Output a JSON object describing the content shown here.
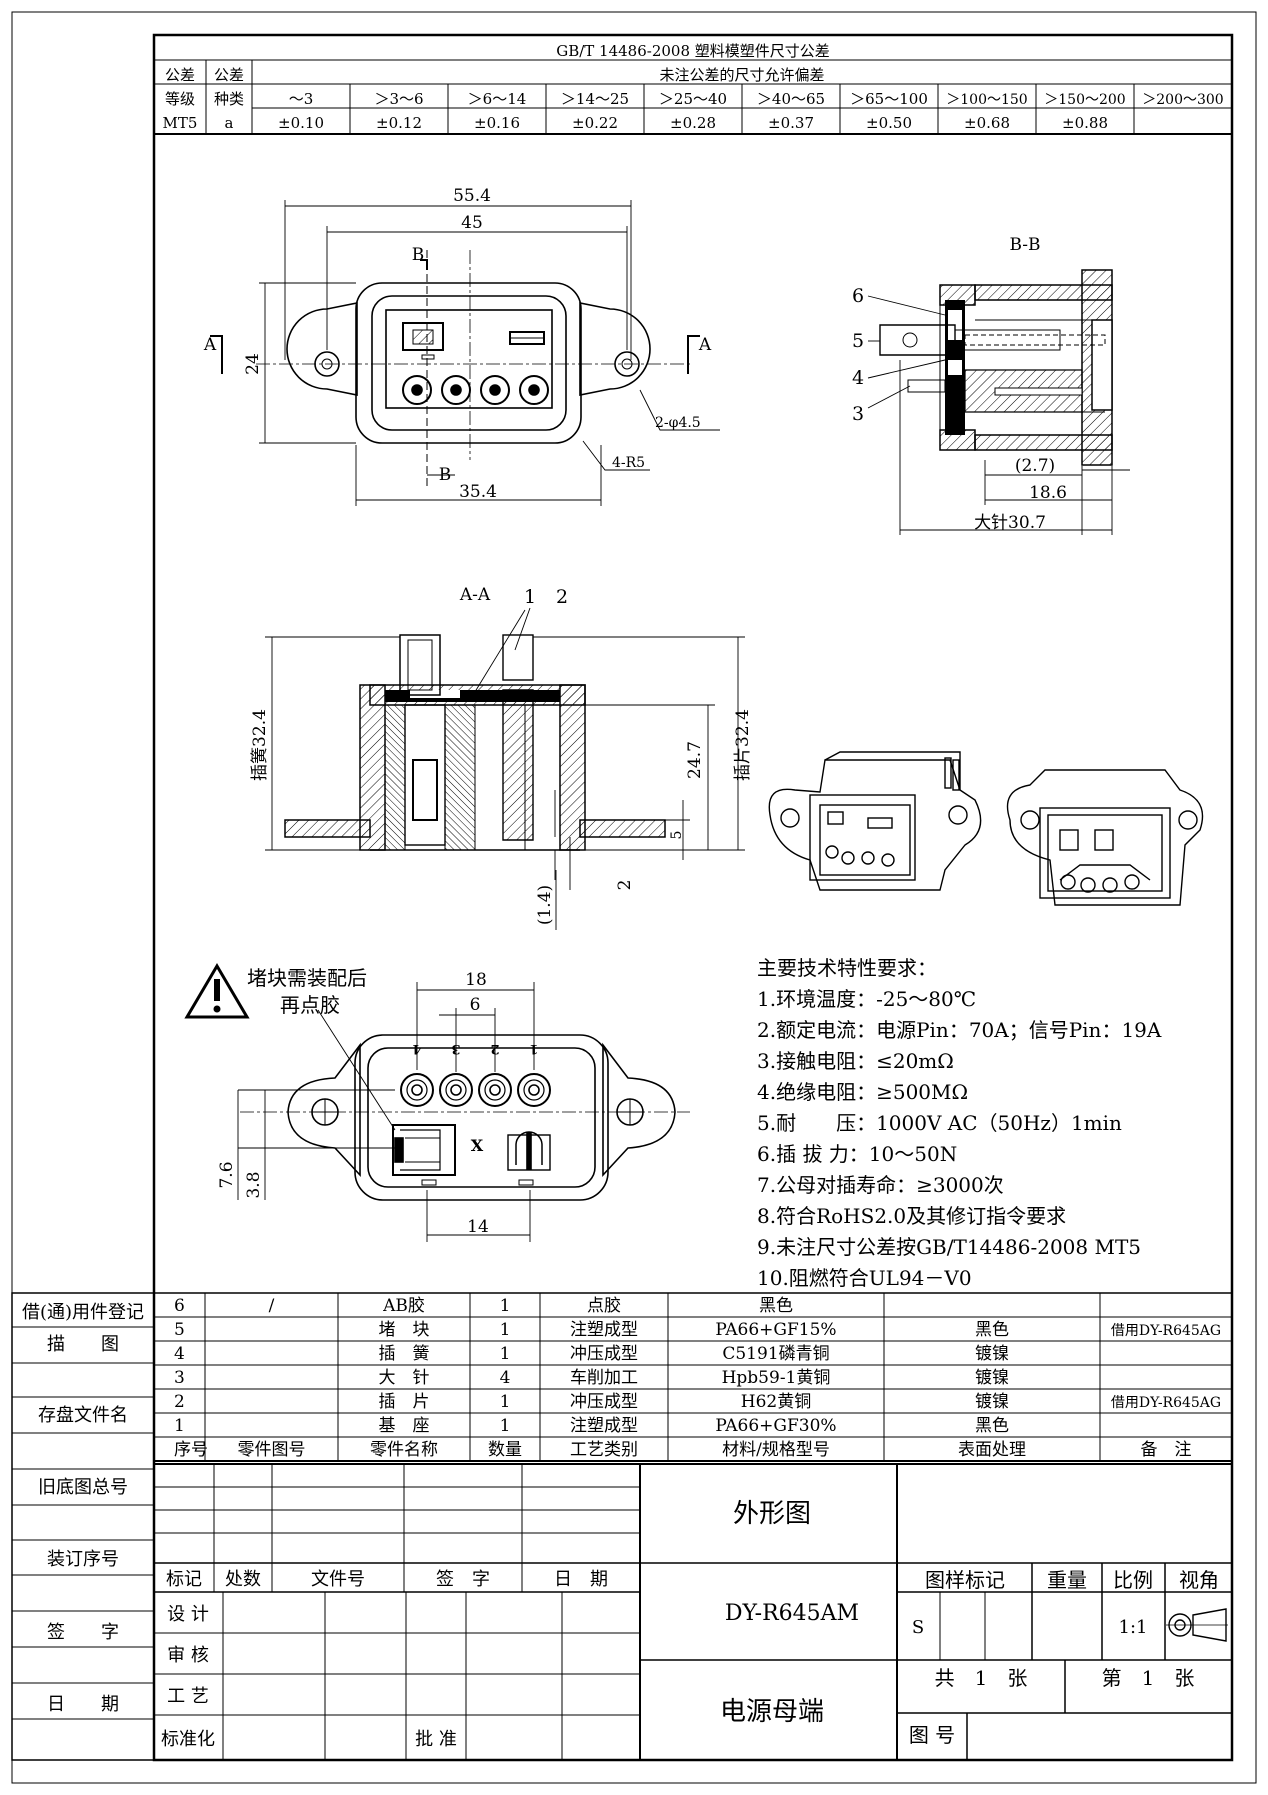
{
  "tolerance": {
    "header": "GB/T 14486-2008 塑料模塑件尺寸公差",
    "subheader": "未注公差的尺寸允许偏差",
    "col1a": "公差",
    "col1b": "等级",
    "col2a": "公差",
    "col2b": "种类",
    "grade": "MT5",
    "type": "a",
    "ranges": [
      "～3",
      "＞3～6",
      "＞6～14",
      "＞14～25",
      "＞25～40",
      "＞40～65",
      "＞65～100",
      "＞100～150",
      "＞150～200",
      "＞200～300"
    ],
    "values": [
      "±0.10",
      "±0.12",
      "±0.16",
      "±0.22",
      "±0.28",
      "±0.37",
      "±0.50",
      "±0.68",
      "±0.88"
    ]
  },
  "front_view": {
    "dim_overall": "55.4",
    "dim_holes": "45",
    "dim_height": "24",
    "dim_bottom": "35.4",
    "hole_note": "2-φ4.5",
    "radius_note": "4-R5",
    "section_b": "B",
    "section_a": "A"
  },
  "section_bb": {
    "title": "B-B",
    "labels": [
      "6",
      "5",
      "4",
      "3"
    ],
    "dim_small": "(2.7)",
    "dim_mid": "18.6",
    "dim_long": "大针30.7"
  },
  "section_aa": {
    "title": "A-A",
    "labels": [
      "1",
      "2"
    ],
    "dim_left": "插簧32.4",
    "dim_right": "插片32.4",
    "dim_mid": "24.7",
    "dim_small": "5",
    "dim_gap": "(1.4)",
    "dim_base": "2"
  },
  "rear_view": {
    "warning_line1": "堵块需装配后",
    "warning_line2": "再点胶",
    "dim_top": "18",
    "dim_pitch": "6",
    "dim_bottom": "14",
    "dim_v1": "7.6",
    "dim_v2": "3.8",
    "pin_numbers": [
      "4",
      "3",
      "2",
      "1"
    ],
    "mark": "X"
  },
  "requirements": {
    "title": "主要技术特性要求：",
    "items": [
      "1.环境温度：-25～80℃",
      "2.额定电流：电源Pin：70A；信号Pin：19A",
      "3.接触电阻：≤20mΩ",
      "4.绝缘电阻：≥500MΩ",
      "5.耐　　压：1000V AC（50Hz）1min",
      "6.插 拔 力：10～50N",
      "7.公母对插寿命：≥3000次",
      "8.符合RoHS2.0及其修订指令要求",
      "9.未注尺寸公差按GB/T14486-2008 MT5",
      "10.阻燃符合UL94－V0"
    ]
  },
  "side_labels": [
    "借(通)用件登记",
    "描　　图",
    "存盘文件名",
    "旧底图总号",
    "装订序号",
    "签　　字",
    "日　　期"
  ],
  "bom": {
    "rows": [
      [
        "6",
        "/",
        "AB胶",
        "1",
        "点胶",
        "黑色",
        "",
        ""
      ],
      [
        "5",
        "",
        "堵　块",
        "1",
        "注塑成型",
        "PA66+GF15%",
        "黑色",
        "借用DY-R645AG"
      ],
      [
        "4",
        "",
        "插　簧",
        "1",
        "冲压成型",
        "C5191磷青铜",
        "镀镍",
        ""
      ],
      [
        "3",
        "",
        "大　针",
        "4",
        "车削加工",
        "Hpb59-1黄铜",
        "镀镍",
        ""
      ],
      [
        "2",
        "",
        "插　片",
        "1",
        "冲压成型",
        "H62黄铜",
        "镀镍",
        "借用DY-R645AG"
      ],
      [
        "1",
        "",
        "基　座",
        "1",
        "注塑成型",
        "PA66+GF30%",
        "黑色",
        ""
      ]
    ],
    "header": [
      "序号",
      "零件图号",
      "零件名称",
      "数量",
      "工艺类别",
      "材料/规格型号",
      "表面处理",
      "备　注"
    ]
  },
  "title_block": {
    "drawing_type": "外形图",
    "part_number": "DY-R645AM",
    "part_name": "电源母端",
    "rev_header": [
      "标记",
      "处数",
      "文件号",
      "签　字",
      "日　期"
    ],
    "roles": [
      "设 计",
      "审 核",
      "工 艺",
      "标准化"
    ],
    "approve": "批 准",
    "mark_label": "图样标记",
    "weight_label": "重量",
    "scale_label": "比例",
    "view_label": "视角",
    "mark_value": "S",
    "scale_value": "1:1",
    "total_sheets": "共　1　张",
    "sheet_no": "第　1　张",
    "drawing_no": "图 号"
  }
}
